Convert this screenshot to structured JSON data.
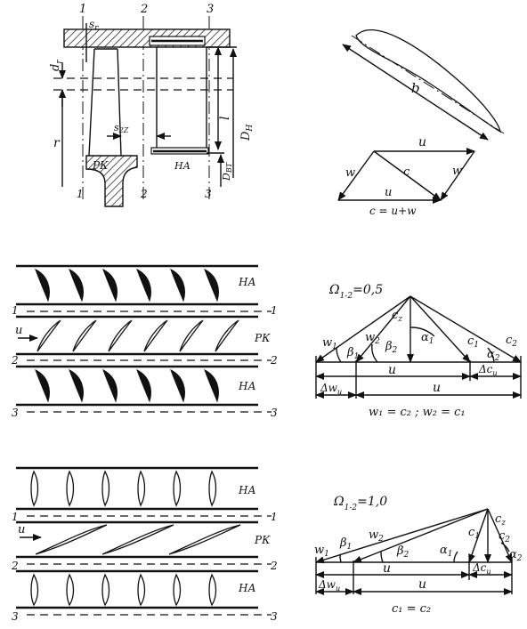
{
  "meridional": {
    "station_labels_top": [
      "1",
      "2",
      "3"
    ],
    "station_labels_bottom": [
      "1",
      "2",
      "3"
    ],
    "s_r": "s",
    "s_r_sub": "r",
    "d_r": "d",
    "d_r_sub": "r",
    "r": "r",
    "s_2z": "s",
    "s_2z_sub": "2Z",
    "l": "l",
    "d_h": "D",
    "d_h_sub": "H",
    "d_bt": "D",
    "d_bt_sub": "BT",
    "rotor": "РК",
    "stator": "НА"
  },
  "profile": {
    "chord": "b",
    "u": "u",
    "w_left": "w",
    "w_right": "w",
    "c": "c",
    "u_bottom": "u",
    "equation": "c = u+w"
  },
  "cascade1": {
    "stator_top": "НА",
    "rotor": "РК",
    "stator_bottom": "НА",
    "u": "u",
    "station_1": "1",
    "station_2": "2",
    "station_3": "3"
  },
  "triangle1": {
    "omega": "Ω",
    "omega_sub": "1-2",
    "omega_value": "=0,5",
    "w1": "w",
    "w1_sub": "1",
    "w2": "w",
    "w2_sub": "2",
    "beta1": "β",
    "beta1_sub": "1",
    "beta2": "β",
    "beta2_sub": "2",
    "cz": "c",
    "cz_sub": "z",
    "alpha1": "α",
    "alpha1_sub": "1",
    "c1": "c",
    "c1_sub": "1",
    "alpha2": "α",
    "alpha2_sub": "2",
    "c2": "c",
    "c2_sub": "2",
    "u": "u",
    "delta_cu": "Δc",
    "delta_cu_sub": "u",
    "delta_wu": "Δw",
    "delta_wu_sub": "u",
    "u_long": "u",
    "relation": "w₁ = c₂ ;  w₂ = c₁"
  },
  "cascade2": {
    "stator_top": "НА",
    "rotor": "РК",
    "stator_bottom": "НА",
    "u": "u",
    "station_1": "1",
    "station_2": "2",
    "station_3": "3"
  },
  "triangle2": {
    "omega": "Ω",
    "omega_sub": "1-2",
    "omega_value": "=1,0",
    "w1": "w",
    "w1_sub": "1",
    "beta1": "β",
    "beta1_sub": "1",
    "w2": "w",
    "w2_sub": "2",
    "beta2": "β",
    "beta2_sub": "2",
    "alpha1": "α",
    "alpha1_sub": "1",
    "c1": "c",
    "c1_sub": "1",
    "cz": "c",
    "cz_sub": "z",
    "c2": "c",
    "c2_sub": "2",
    "alpha2": "α",
    "alpha2_sub": "2",
    "u": "u",
    "delta_cu": "Δc",
    "delta_cu_sub": "u",
    "delta_wu": "Δw",
    "delta_wu_sub": "u",
    "u_long": "u",
    "relation": "c₁ = c₂"
  }
}
